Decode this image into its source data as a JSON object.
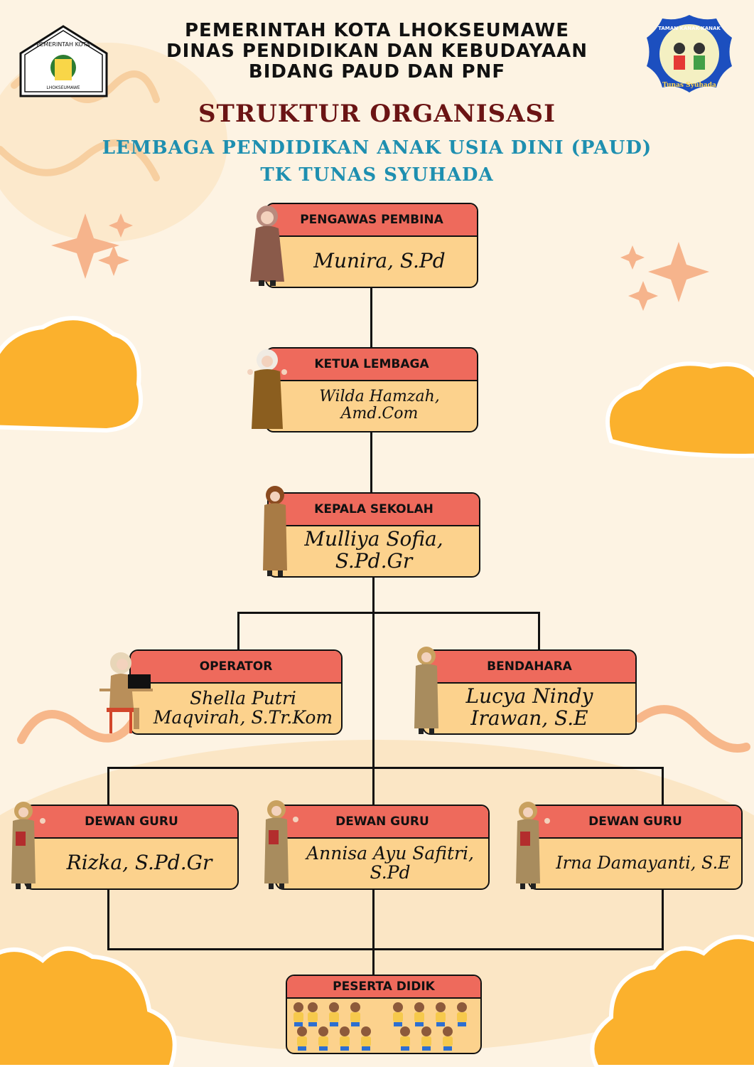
{
  "header": {
    "line1": "PEMERINTAH KOTA LHOKSEUMAWE",
    "line2": "DINAS PENDIDIKAN DAN KEBUDAYAAN",
    "line3": "BIDANG PAUD DAN PNF",
    "title": "STRUKTUR ORGANISASI",
    "subtitle1": "LEMBAGA PENDIDIKAN ANAK USIA DINI (PAUD)",
    "subtitle2": "TK TUNAS SYUHADA"
  },
  "logos": {
    "left": {
      "text_top": "PEMERINTAH KOTA",
      "text_bottom": "LHOKSEUMAWE"
    },
    "right": {
      "text_top": "TAMAN KANAK-KANAK",
      "text_bottom": "Tunas Syuhada"
    }
  },
  "org": {
    "pengawas": {
      "role": "PENGAWAS PEMBINA",
      "name": "Munira, S.Pd"
    },
    "ketua": {
      "role": "KETUA LEMBAGA",
      "name": "Wilda Hamzah, Amd.Com"
    },
    "kepala": {
      "role": "KEPALA SEKOLAH",
      "name": "Mulliya Sofia, S.Pd.Gr"
    },
    "operator": {
      "role": "OPERATOR",
      "name": "Shella Putri Maqvirah, S.Tr.Kom"
    },
    "bendahara": {
      "role": "BENDAHARA",
      "name": "Lucya Nindy Irawan, S.E"
    },
    "guru1": {
      "role": "DEWAN GURU",
      "name": "Rizka, S.Pd.Gr"
    },
    "guru2": {
      "role": "DEWAN GURU",
      "name": "Annisa Ayu Safitri, S.Pd"
    },
    "guru3": {
      "role": "DEWAN GURU",
      "name": "Irna Damayanti, S.E"
    },
    "peserta": {
      "role": "PESERTA DIDIK"
    }
  },
  "colors": {
    "tab": "#ee6a5c",
    "box": "#fcd28d",
    "title": "#6b1414",
    "subtitle": "#1e8fb0",
    "cloud": "#fbb12d"
  }
}
